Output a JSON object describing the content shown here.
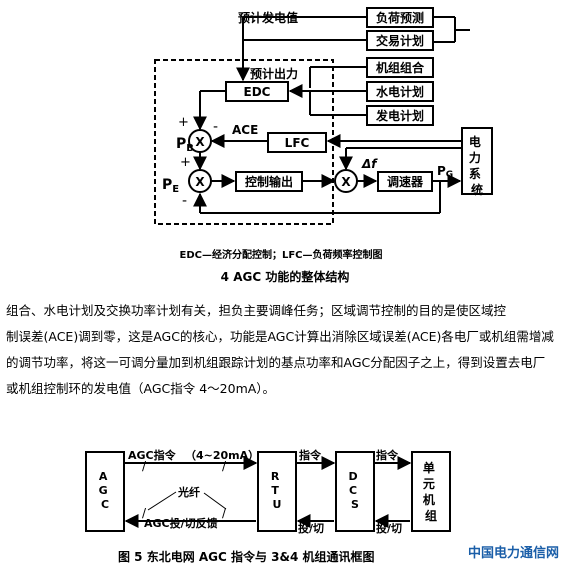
{
  "fig4": {
    "boxes": {
      "load_forecast": "负荷预测",
      "trade_plan": "交易计划",
      "unit_combo": "机组组合",
      "hydro_plan": "水电计划",
      "gen_plan": "发电计划",
      "edc": "EDC",
      "lfc": "LFC",
      "control_output": "控制输出",
      "governor": "调速器",
      "power_system": "电力系统"
    },
    "labels": {
      "planned_generation": "预计发电值",
      "planned_output": "预计出力",
      "ace": "ACE",
      "pb": "P",
      "pb_sub": "B",
      "pe": "P",
      "pe_sub": "E",
      "pg": "P",
      "pg_sub": "G",
      "delta_f": "Δf",
      "plus": "+",
      "minus": "-",
      "x": "X"
    },
    "legend": "EDC—经济分配控制；LFC—负荷频率控制图",
    "caption": "4    AGC 功能的整体结构"
  },
  "paragraph": {
    "line1": "组合、水电计划及交换功率计划有关，担负主要调峰任务；区域调节控制的目的是使区域控",
    "line2": "制误差(ACE)调到零，这是AGC的核心，功能是AGC计算出消除区域误差(ACE)各电厂或机组需增减",
    "line3": "的调节功率，将这一可调分量加到机组跟踪计划的基点功率和AGC分配因子之上，得到设置去电厂",
    "line4": "或机组控制环的发电值（AGC指令  4～20mA）。"
  },
  "fig5": {
    "boxes": {
      "agc": "AGC",
      "rtu": "RTU",
      "dcs": "DCS",
      "unit": "单元机组"
    },
    "labels": {
      "agc_cmd": "AGC指令",
      "current": "（4~20mA）",
      "fiber": "光纤",
      "feedback": "AGC投/切反馈",
      "cmd2": "指令",
      "cmd3": "指令",
      "onoff2": "投/切",
      "onoff3": "投/切"
    },
    "caption": "图 5  东北电网 AGC 指令与 3&4 机组通讯框图"
  },
  "watermark": "中国电力通信网"
}
